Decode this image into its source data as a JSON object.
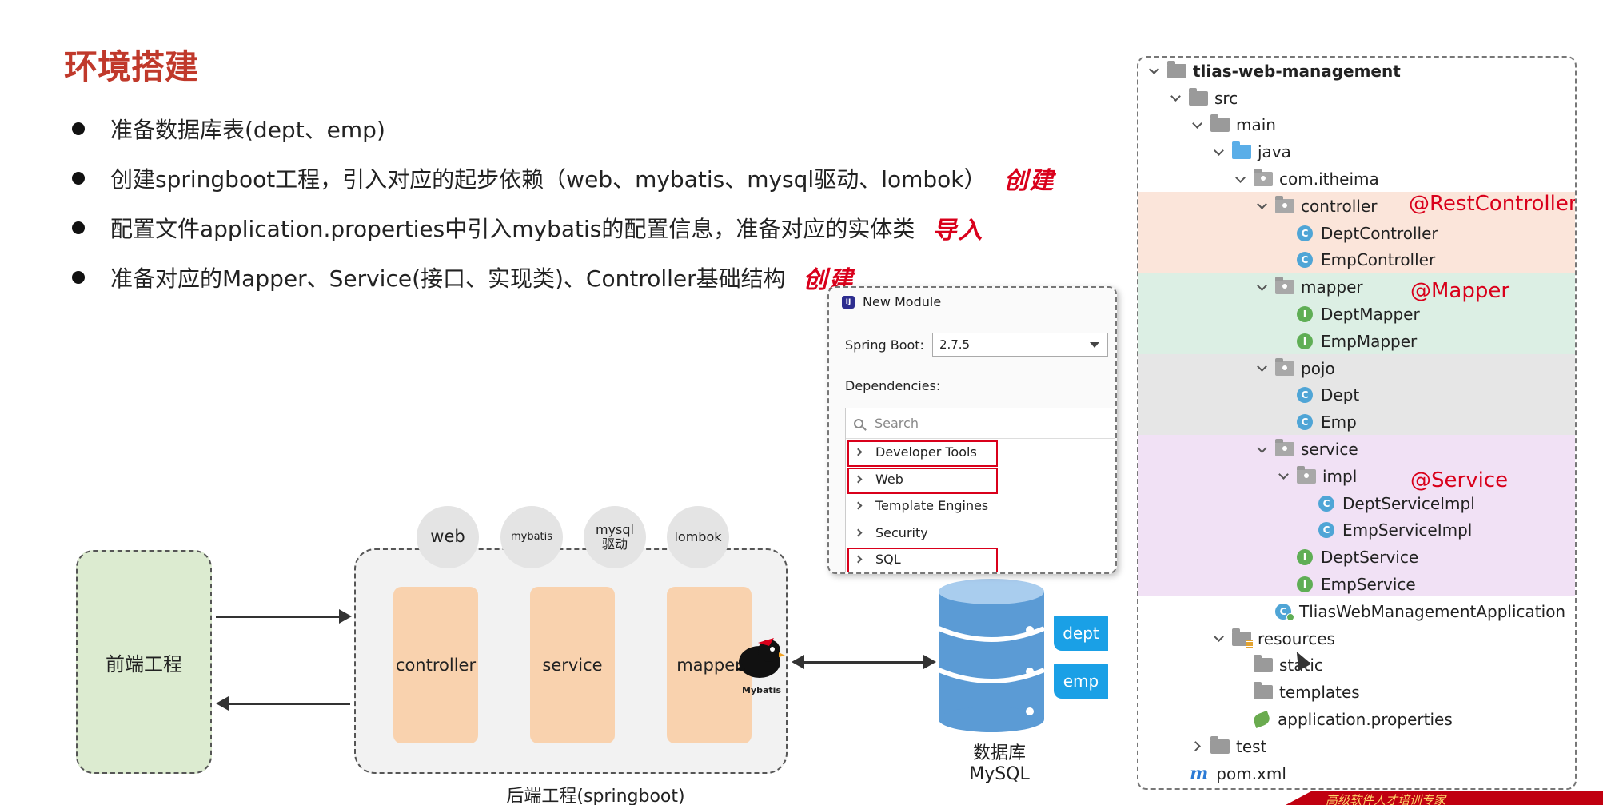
{
  "slide": {
    "title": "环境搭建",
    "bullets": [
      {
        "text": "准备数据库表(dept、emp)",
        "note": ""
      },
      {
        "text": "创建springboot工程，引入对应的起步依赖（web、mybatis、mysql驱动、lombok）",
        "note": "创建"
      },
      {
        "text": "配置文件application.properties中引入mybatis的配置信息，准备对应的实体类",
        "note": "导入"
      },
      {
        "text": "准备对应的Mapper、Service(接口、实现类)、Controller基础结构",
        "note": "创建"
      }
    ]
  },
  "diagram": {
    "frontend": "前端工程",
    "backend_caption": "后端工程(springboot)",
    "deps": [
      "web",
      "mybatis",
      "mysql\n驱动",
      "lombok"
    ],
    "layers": [
      "controller",
      "service",
      "mapper"
    ],
    "mybatis_logo_text": "Mybatis",
    "db_label_cn": "数据库",
    "db_label_en": "MySQL",
    "tables": [
      "dept",
      "emp"
    ]
  },
  "dialog": {
    "title": "New Module",
    "spring_boot_label": "Spring Boot:",
    "spring_boot_version": "2.7.5",
    "dependencies_label": "Dependencies:",
    "search_placeholder": "Search",
    "categories": [
      {
        "label": "Developer Tools",
        "highlighted": true
      },
      {
        "label": "Web",
        "highlighted": true
      },
      {
        "label": "Template Engines",
        "highlighted": false
      },
      {
        "label": "Security",
        "highlighted": false
      },
      {
        "label": "SQL",
        "highlighted": true
      }
    ]
  },
  "tree": {
    "root": "tlias-web-management",
    "src": "src",
    "main": "main",
    "java": "java",
    "pkg": "com.itheima",
    "controller": "controller",
    "controller_items": [
      "DeptController",
      "EmpController"
    ],
    "mapper": "mapper",
    "mapper_items": [
      "DeptMapper",
      "EmpMapper"
    ],
    "pojo": "pojo",
    "pojo_items": [
      "Dept",
      "Emp"
    ],
    "service": "service",
    "impl": "impl",
    "impl_items": [
      "DeptServiceImpl",
      "EmpServiceImpl"
    ],
    "service_items": [
      "DeptService",
      "EmpService"
    ],
    "app": "TliasWebManagementApplication",
    "resources": "resources",
    "static": "static",
    "templates": "templates",
    "props": "application.properties",
    "test": "test",
    "pom": "pom.xml",
    "annotations": {
      "controller": "@RestController",
      "mapper": "@Mapper",
      "service": "@Service"
    },
    "band_colors": {
      "controller": "#fbe5da",
      "mapper": "#dcefe4",
      "pojo": "#e6e6e6",
      "service": "#f1e1f5"
    }
  },
  "footer": {
    "text": "高级软件人才培训专家"
  }
}
